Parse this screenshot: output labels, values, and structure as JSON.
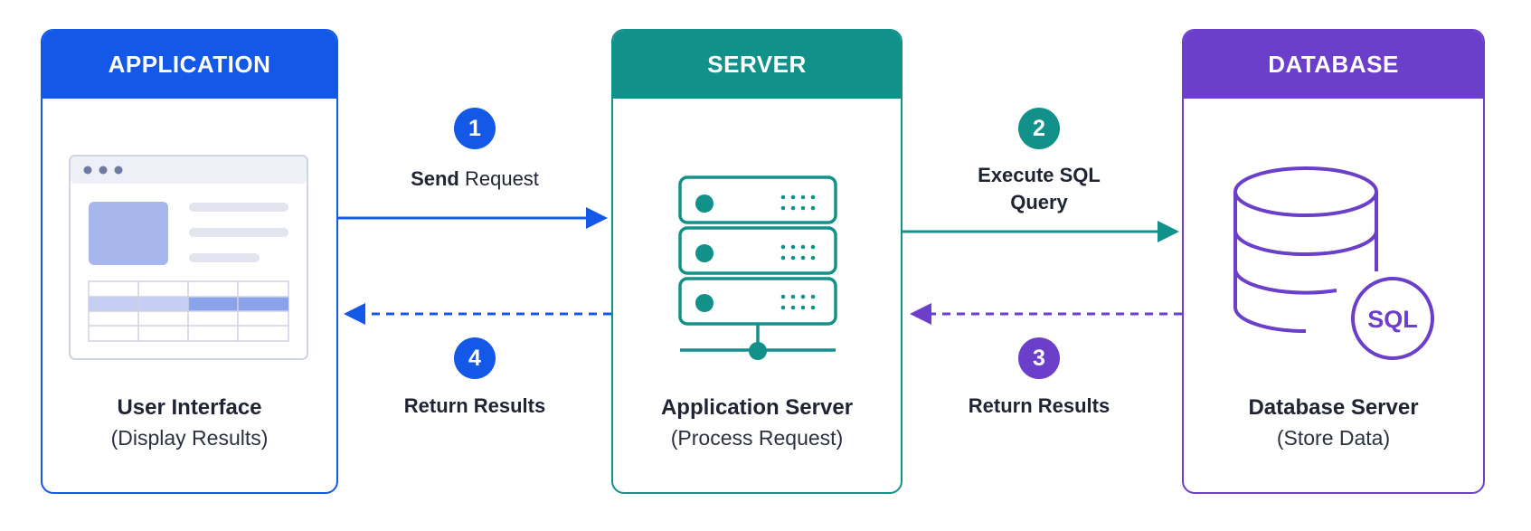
{
  "colors": {
    "application": "#1358e6",
    "server": "#12918a",
    "database": "#6b3fc9"
  },
  "application": {
    "header": "APPLICATION",
    "title": "User Interface",
    "subtitle": "(Display Results)",
    "icon": "browser-window-icon"
  },
  "server": {
    "header": "SERVER",
    "title": "Application Server",
    "subtitle": "(Process Request)",
    "icon": "server-rack-icon"
  },
  "database": {
    "header": "DATABASE",
    "title": "Database Server",
    "subtitle": "(Store Data)",
    "icon": "database-cylinder-icon",
    "badge": "SQL"
  },
  "steps": [
    {
      "number": "1",
      "label_bold": "Send",
      "label_rest": " Request"
    },
    {
      "number": "2",
      "label_line1": "Execute SQL",
      "label_line2": "Query"
    },
    {
      "number": "3",
      "label": "Return Results"
    },
    {
      "number": "4",
      "label": "Return Results"
    }
  ]
}
